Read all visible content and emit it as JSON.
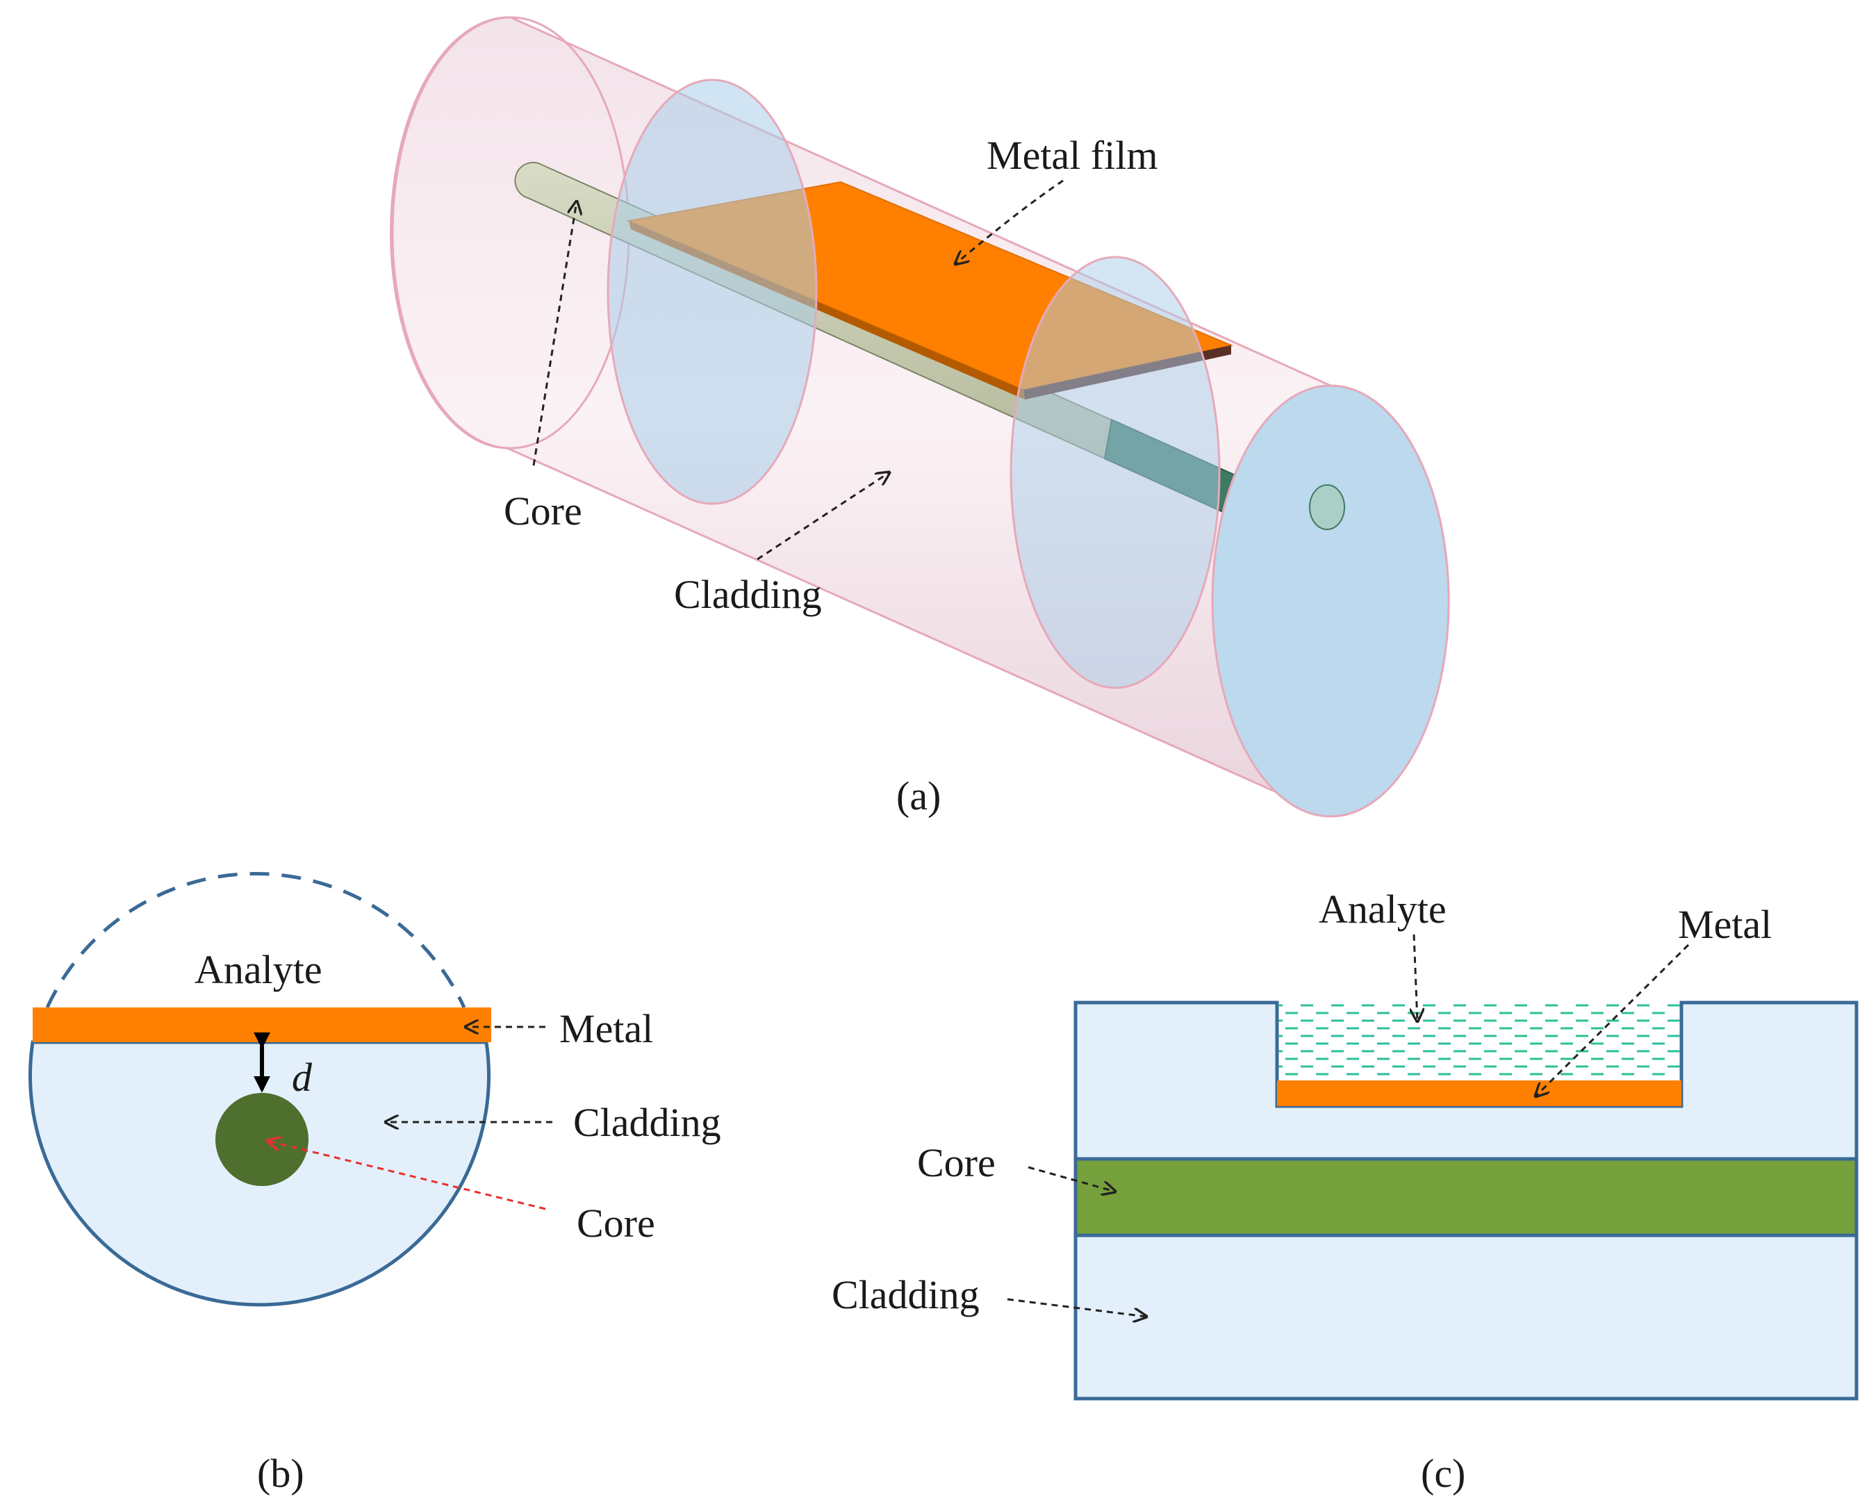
{
  "panel_a": {
    "caption": "(a)",
    "labels": {
      "metal_film": "Metal film",
      "core": "Core",
      "cladding": "Cladding"
    }
  },
  "panel_b": {
    "caption": "(b)",
    "labels": {
      "analyte": "Analyte",
      "metal": "Metal",
      "d": "d",
      "cladding": "Cladding",
      "core": "Core"
    }
  },
  "panel_c": {
    "caption": "(c)",
    "labels": {
      "analyte": "Analyte",
      "metal": "Metal",
      "core": "Core",
      "cladding": "Cladding"
    }
  },
  "colors": {
    "cladding_fill": "#e3f0fb",
    "cladding_stroke": "#3a6a96",
    "metal": "#ff8000",
    "core_dark": "#4f6f2e",
    "core_green": "#76a03c",
    "analyte_dash": "#2bbf9a",
    "red_arrow": "#e83030"
  }
}
